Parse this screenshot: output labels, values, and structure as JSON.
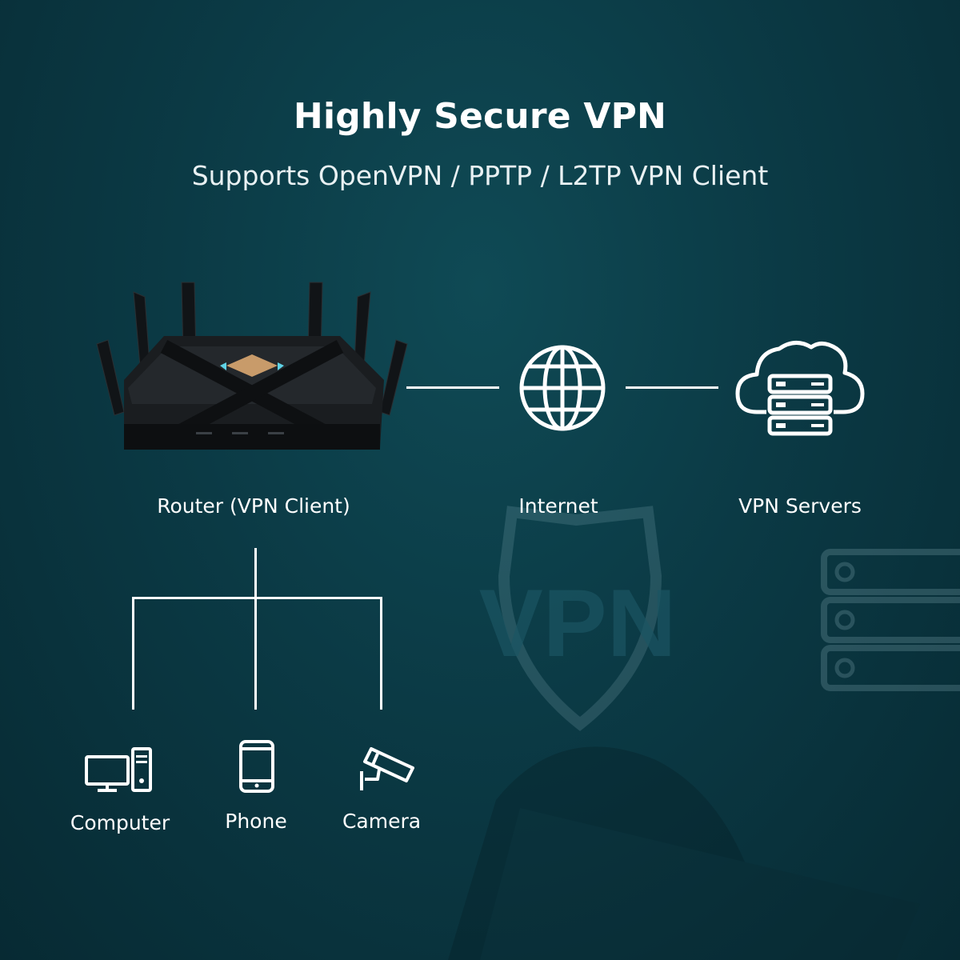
{
  "header": {
    "title": "Highly Secure VPN",
    "subtitle": "Supports OpenVPN / PPTP / L2TP VPN Client"
  },
  "nodes": {
    "router": "Router (VPN Client)",
    "internet": "Internet",
    "vpn_servers": "VPN Servers"
  },
  "devices": {
    "computer": "Computer",
    "phone": "Phone",
    "camera": "Camera"
  },
  "background": {
    "watermark_text": "VPN"
  },
  "colors": {
    "background": "#0b3a45",
    "foreground": "#ffffff",
    "router_accent": "#c89b6a"
  },
  "icons": [
    "router-image",
    "globe-icon",
    "cloud-server-icon",
    "computer-icon",
    "phone-icon",
    "camera-icon",
    "shield-icon"
  ]
}
